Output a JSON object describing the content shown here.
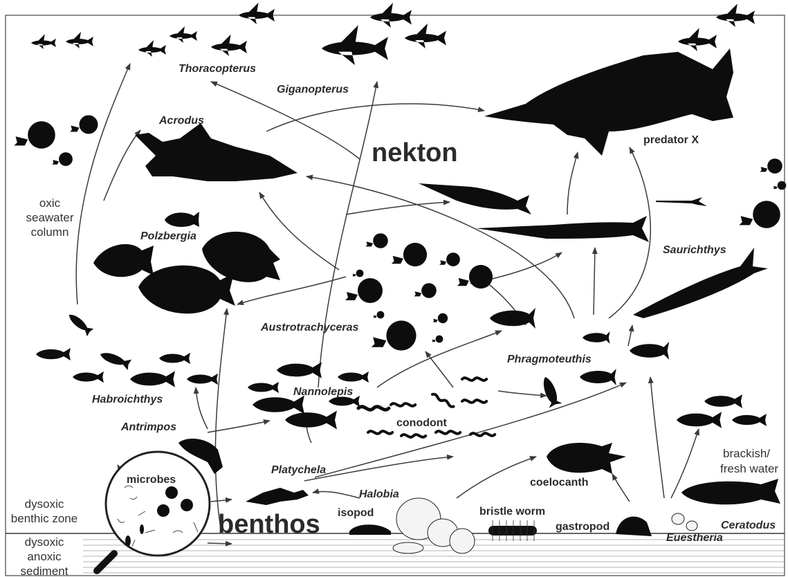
{
  "labels": {
    "thoracopterus": "Thoracopterus",
    "giganopterus": "Giganopterus",
    "acrodus": "Acrodus",
    "nekton": "nekton",
    "predator_x": "predator X",
    "polzbergia": "Polzbergia",
    "saurichthys": "Saurichthys",
    "austrotrachyceras": "Austrotrachyceras",
    "phragmoteuthis": "Phragmoteuthis",
    "habroichthys": "Habroichthys",
    "nannolepis": "Nannolepis",
    "antrimpos": "Antrimpos",
    "conodont": "conodont",
    "microbes": "microbes",
    "platychela": "Platychela",
    "coelocanth": "coelocanth",
    "brackish": "brackish/",
    "fresh_water": "fresh water",
    "halobia": "Halobia",
    "isopod": "isopod",
    "bristle_worm": "bristle worm",
    "gastropod": "gastropod",
    "ceratodus": "Ceratodus",
    "euestheria": "Euestheria",
    "benthos": "benthos"
  },
  "zones": {
    "oxic_1": "oxic",
    "oxic_2": "seawater",
    "oxic_3": "column",
    "dysoxic_benthic_1": "dysoxic",
    "dysoxic_benthic_2": "benthic zone",
    "sediment_1": "dysoxic",
    "sediment_2": "anoxic",
    "sediment_3": "sediment"
  },
  "colors": {
    "silhouette": "#0d0d0d",
    "arrow": "#3a3a3a",
    "text": "#2b2b2b",
    "sediment_line": "#9a9a9a"
  }
}
